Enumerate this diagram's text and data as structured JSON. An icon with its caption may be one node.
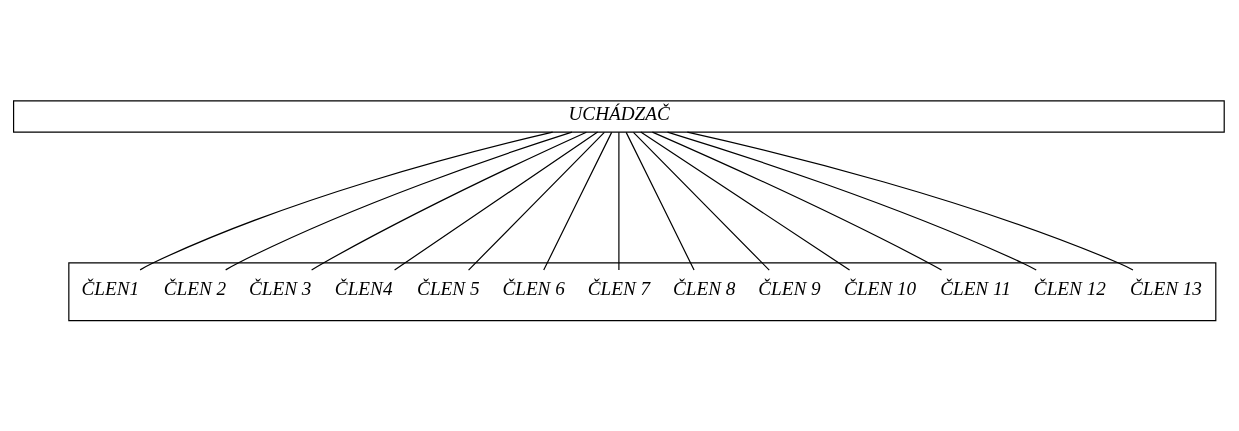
{
  "diagram": {
    "nodes": [
      {
        "text": [
          "UCHÁDZAČ"
        ]
      },
      {
        "text": [],
        "shape": "box"
      },
      {
        "text": [
          "ČLEN1"
        ],
        "in": 1
      },
      {
        "text": [
          "ČLEN 2"
        ],
        "in": 1
      },
      {
        "text": [
          "ČLEN 3"
        ],
        "in": 1
      },
      {
        "text": [
          "ČLEN4"
        ],
        "in": 1
      },
      {
        "text": [
          "ČLEN 5"
        ],
        "in": 1
      },
      {
        "text": [
          "ČLEN 6"
        ],
        "in": 1
      },
      {
        "text": [
          "ČLEN 7"
        ],
        "in": 1
      },
      {
        "text": [
          "ČLEN 8"
        ],
        "in": 1
      },
      {
        "text": [
          "ČLEN 9"
        ],
        "in": 1
      },
      {
        "text": [
          "ČLEN 10"
        ],
        "in": 1
      },
      {
        "text": [
          "ČLEN 11"
        ],
        "in": 1
      },
      {
        "text": [
          "ČLEN 12"
        ],
        "in": 1
      },
      {
        "text": [
          "ČLEN 13"
        ],
        "in": 1
      }
    ],
    "edges": [
      {
        "from": 0,
        "to": 2,
        "arrow": "none"
      },
      {
        "from": 0,
        "to": 3,
        "arrow": "none"
      },
      {
        "from": 0,
        "to": 4,
        "arrow": "none"
      },
      {
        "from": 0,
        "to": 5,
        "arrow": "none"
      },
      {
        "from": 0,
        "to": 6,
        "arrow": "none"
      },
      {
        "from": 0,
        "to": 7,
        "arrow": "none"
      },
      {
        "from": 0,
        "to": 8,
        "arrow": "none"
      },
      {
        "from": 0,
        "to": 9,
        "arrow": "none"
      },
      {
        "from": 0,
        "to": 10,
        "arrow": "none"
      },
      {
        "from": 0,
        "to": 11,
        "arrow": "none"
      },
      {
        "from": 0,
        "to": 12,
        "arrow": "none"
      },
      {
        "from": 0,
        "to": 13,
        "arrow": "none"
      },
      {
        "from": 0,
        "to": 14,
        "arrow": "none"
      }
    ]
  }
}
